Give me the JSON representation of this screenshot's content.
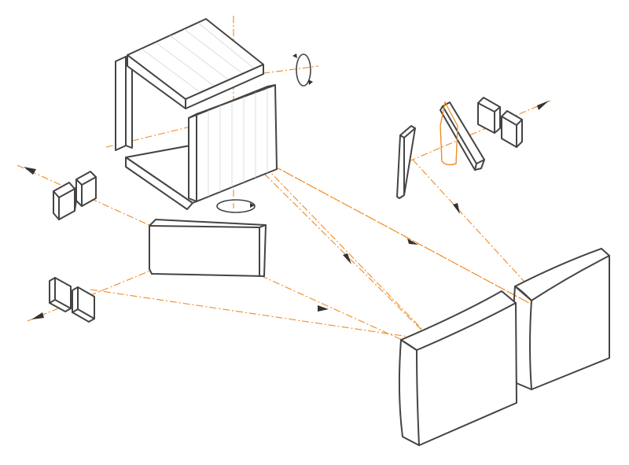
{
  "colors": {
    "outline": "#444444",
    "beam": "#f08a24",
    "background": "#ffffff",
    "arrow": "#333333"
  },
  "components": [
    {
      "name": "rotating-cube-assembly",
      "icon": "cube-icon"
    },
    {
      "name": "rotation-indicator-top",
      "icon": "rotate-arrow-icon"
    },
    {
      "name": "rotation-indicator-bottom",
      "icon": "rotate-arrow-icon"
    },
    {
      "name": "lens-pair-upper-left",
      "icon": "lens-icon"
    },
    {
      "name": "lens-pair-lower-left",
      "icon": "lens-icon"
    },
    {
      "name": "beam-splitter-plate",
      "icon": "plate-icon"
    },
    {
      "name": "flat-mirror-upper-right",
      "icon": "mirror-icon"
    },
    {
      "name": "prism-element",
      "icon": "prism-icon"
    },
    {
      "name": "lens-pair-upper-right",
      "icon": "lens-icon"
    },
    {
      "name": "curved-mirror-front",
      "icon": "mirror-icon"
    },
    {
      "name": "curved-mirror-back",
      "icon": "mirror-icon"
    }
  ]
}
